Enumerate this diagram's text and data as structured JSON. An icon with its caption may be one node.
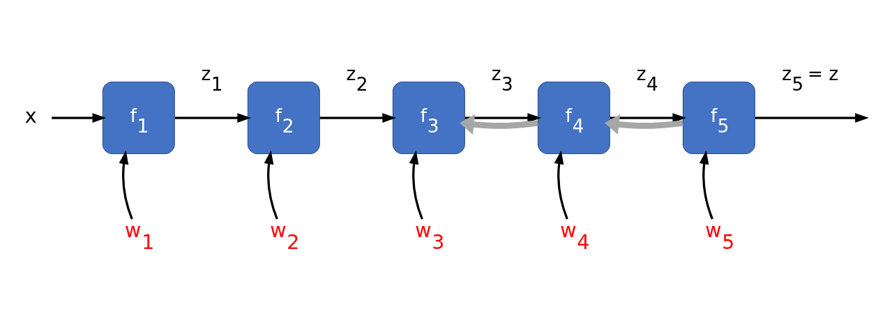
{
  "diagram": {
    "nodes": [
      {
        "text": [
          "x"
        ]
      },
      {
        "text": [
          "f$_{1}$"
        ]
      },
      {
        "text": [
          "f$_{2}$"
        ]
      },
      {
        "text": [
          "f$_{3}$"
        ]
      },
      {
        "text": [
          "f$_{4}$"
        ]
      },
      {
        "text": [
          "f$_{5}$"
        ]
      },
      {
        "text": [
          "w$_{1}$"
        ]
      },
      {
        "text": [
          "w$_{2}$"
        ]
      },
      {
        "text": [
          "w$_{3}$"
        ]
      },
      {
        "text": [
          "w$_{4}$"
        ]
      },
      {
        "text": [
          "w$_{5}$"
        ]
      }
    ],
    "edges": [
      {
        "from": 0,
        "to": 1,
        "arrow": "to"
      },
      {
        "from": 1,
        "to": 2,
        "arrow": "to",
        "label": "z$_{1}$"
      },
      {
        "from": 2,
        "to": 3,
        "arrow": "to",
        "label": "z$_{2}$"
      },
      {
        "from": 3,
        "to": 4,
        "arrow": "to",
        "label": "z$_{3}$"
      },
      {
        "from": 4,
        "to": 5,
        "arrow": "to",
        "label": "z$_{4}$"
      },
      {
        "from": 5,
        "to": null,
        "arrow": "to",
        "label": "z$_{5}$ = z"
      },
      {
        "from": 6,
        "to": 1,
        "arrow": "to"
      },
      {
        "from": 7,
        "to": 2,
        "arrow": "to"
      },
      {
        "from": 8,
        "to": 3,
        "arrow": "to"
      },
      {
        "from": 9,
        "to": 4,
        "arrow": "to"
      },
      {
        "from": 10,
        "to": 5,
        "arrow": "to"
      },
      {
        "from": 5,
        "to": 4,
        "arrow": "to",
        "style": "thick",
        "color": "#a6a6a6"
      },
      {
        "from": 4,
        "to": 3,
        "arrow": "to",
        "style": "thick",
        "color": "#a6a6a6"
      }
    ]
  }
}
